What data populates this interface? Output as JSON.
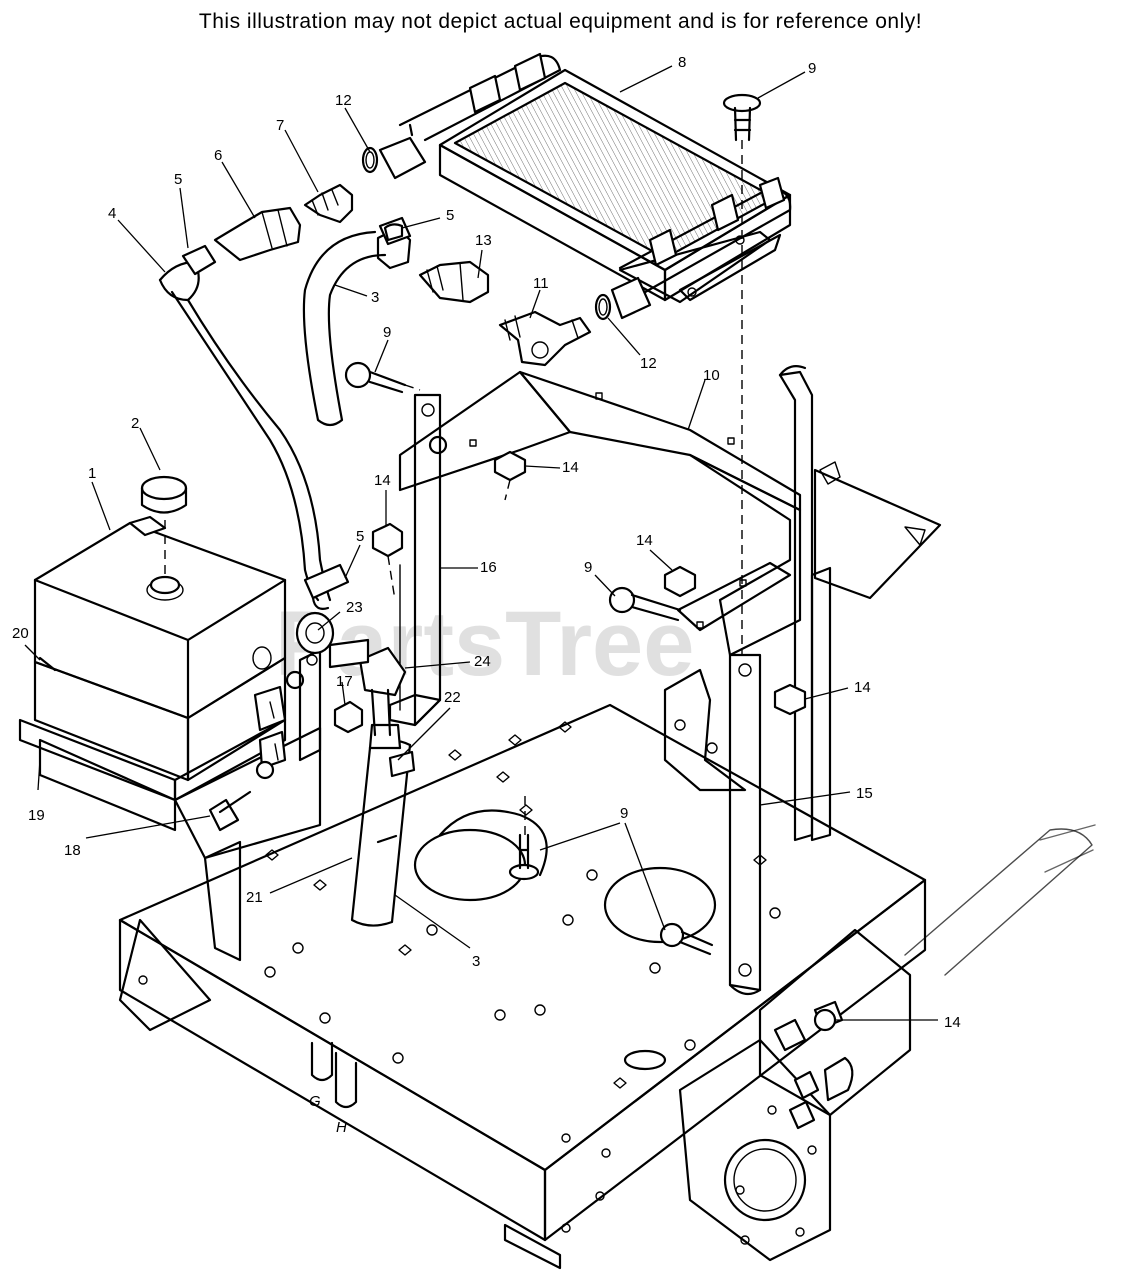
{
  "disclaimer": "This illustration may not depict actual equipment and is for reference only!",
  "watermark": "PartsTree",
  "callouts": [
    "8",
    "9",
    "12",
    "7",
    "6",
    "5",
    "4",
    "5",
    "3",
    "13",
    "11",
    "12",
    "9",
    "10",
    "2",
    "1",
    "14",
    "14",
    "16",
    "5",
    "9",
    "14",
    "23",
    "20",
    "24",
    "14",
    "17",
    "22",
    "15",
    "19",
    "18",
    "9",
    "21",
    "3",
    "14",
    "G",
    "H"
  ]
}
